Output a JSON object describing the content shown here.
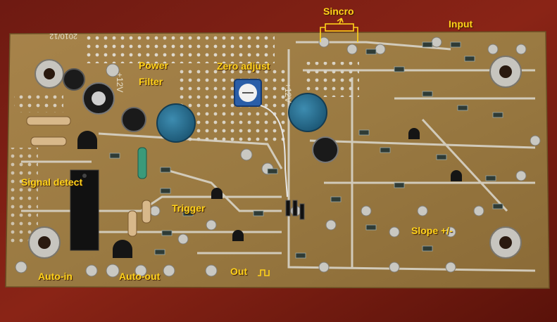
{
  "labels": {
    "sincro": "Sincro",
    "input": "Input",
    "power": "Power",
    "filter": "Filter",
    "zero_adjust": "Zero adjust",
    "signal_detect": "Signal detect",
    "trigger": "Trigger",
    "slope": "Slope +/-",
    "auto_in": "Auto-in",
    "auto_out": "Auto-out",
    "out": "Out"
  },
  "board_text": {
    "silkscreen_left": "2010/12",
    "supply_left": "+12V",
    "supply_right": "+12V"
  },
  "colors": {
    "background": "#7a1a10",
    "board": "#9b7a3e",
    "label": "#ffd21a"
  }
}
